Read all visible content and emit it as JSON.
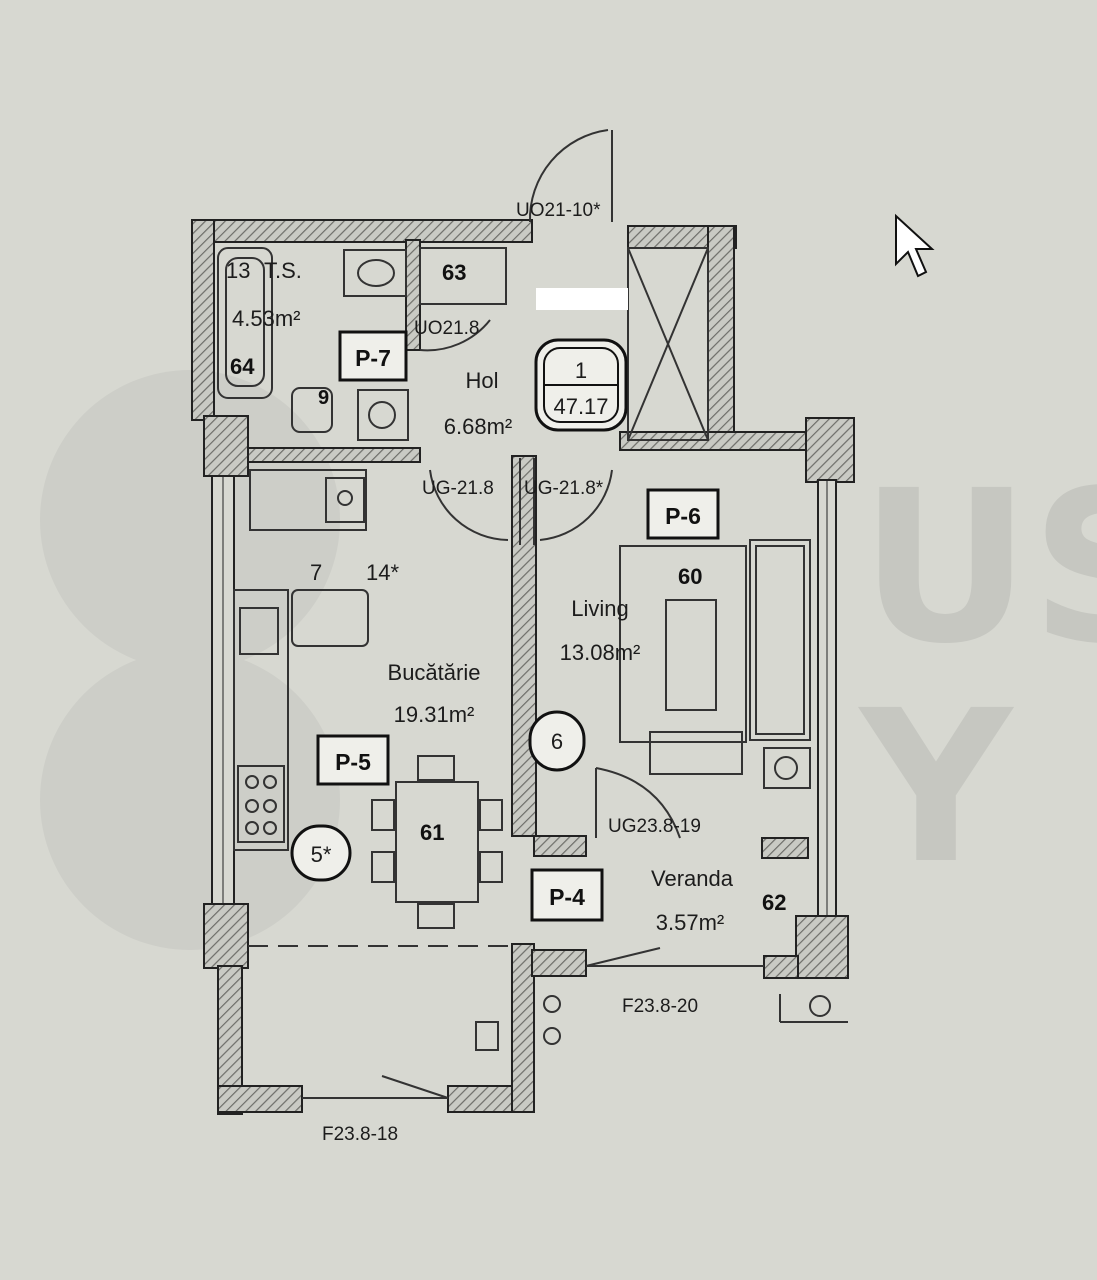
{
  "apartment": {
    "number": "1",
    "total_area": "47.17"
  },
  "rooms": {
    "bathroom": {
      "label": "T.S.",
      "area": "4.53m²",
      "prefix": "13"
    },
    "hall": {
      "label": "Hol",
      "area": "6.68m²"
    },
    "kitchen": {
      "label": "Bucătărie",
      "area": "19.31m²"
    },
    "living": {
      "label": "Living",
      "area": "13.08m²"
    },
    "veranda": {
      "label": "Veranda",
      "area": "3.57m²"
    }
  },
  "panel_tags": [
    "P-7",
    "P-6",
    "P-5",
    "P-4"
  ],
  "furniture_numbers": [
    "63",
    "64",
    "9",
    "60",
    "61",
    "62",
    "7",
    "14*"
  ],
  "circle_tags": [
    "5*",
    "6"
  ],
  "door_codes": [
    "UO21-10*",
    "UO21.8",
    "UG-21.8",
    "UG-21.8*",
    "UG23.8-19"
  ],
  "window_codes": [
    "F23.8-18",
    "F23.8-20"
  ],
  "watermark": [
    "US",
    "Y"
  ],
  "colors": {
    "background": "#d7d8d1",
    "ink": "#1c1c1c",
    "wall_hatch": "#8a8a86",
    "watermark": "#c6c7c1"
  }
}
